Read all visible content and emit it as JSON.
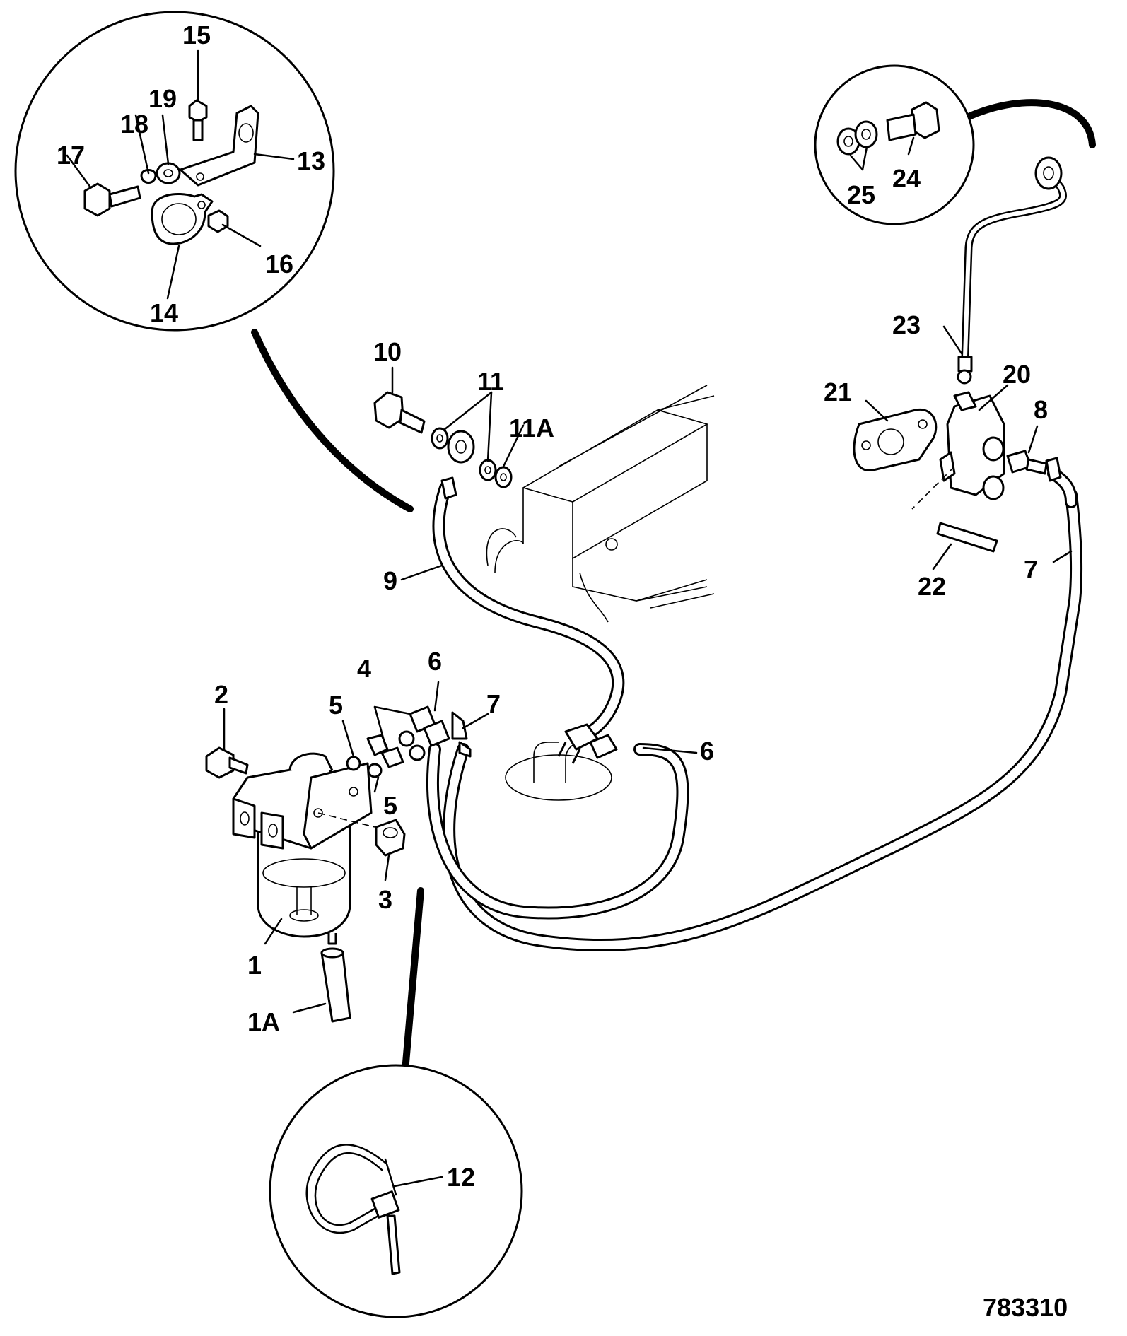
{
  "figure_number": "783310",
  "callouts": {
    "c1": "1",
    "c1a": "1A",
    "c2": "2",
    "c3": "3",
    "c4": "4",
    "c5a": "5",
    "c5b": "5",
    "c6a": "6",
    "c6b": "6",
    "c7a": "7",
    "c7b": "7",
    "c8": "8",
    "c9": "9",
    "c10": "10",
    "c11": "11",
    "c11a": "11A",
    "c12": "12",
    "c13": "13",
    "c14": "14",
    "c15": "15",
    "c16": "16",
    "c17": "17",
    "c18": "18",
    "c19": "19",
    "c20": "20",
    "c21": "21",
    "c22": "22",
    "c23": "23",
    "c24": "24",
    "c25": "25"
  }
}
